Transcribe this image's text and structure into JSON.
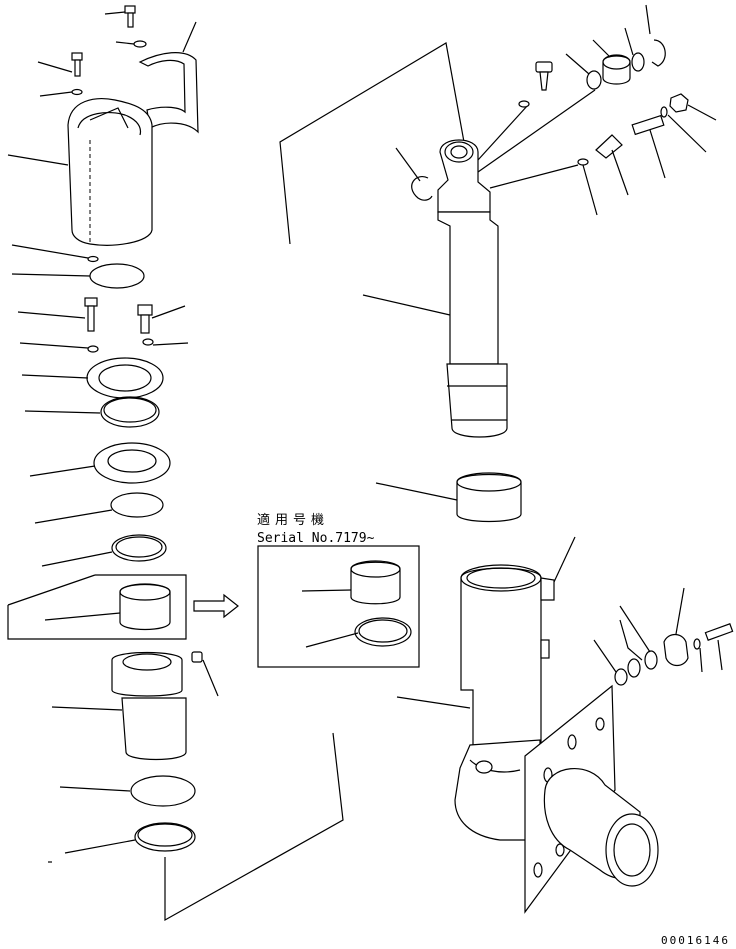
{
  "inset_label": {
    "line1": "適用号機",
    "line2": "Serial No.7179~"
  },
  "drawing_number": "00016146"
}
